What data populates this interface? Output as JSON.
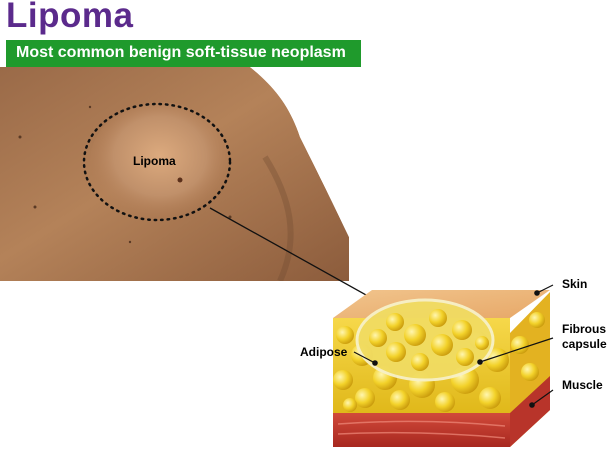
{
  "title": "Lipoma",
  "banner": "Most common benign soft-tissue neoplasm",
  "labels": {
    "lipoma": "Lipoma",
    "adipose": "Adipose",
    "skin": "Skin",
    "fibrous_capsule_line1": "Fibrous",
    "fibrous_capsule_line2": "capsule",
    "muscle": "Muscle"
  },
  "colors": {
    "title": "#5b2a8c",
    "banner": "#1f9a2c",
    "skin_tone": "#b07a52",
    "fat": "#f2cf1f",
    "muscle": "#c0392b"
  }
}
